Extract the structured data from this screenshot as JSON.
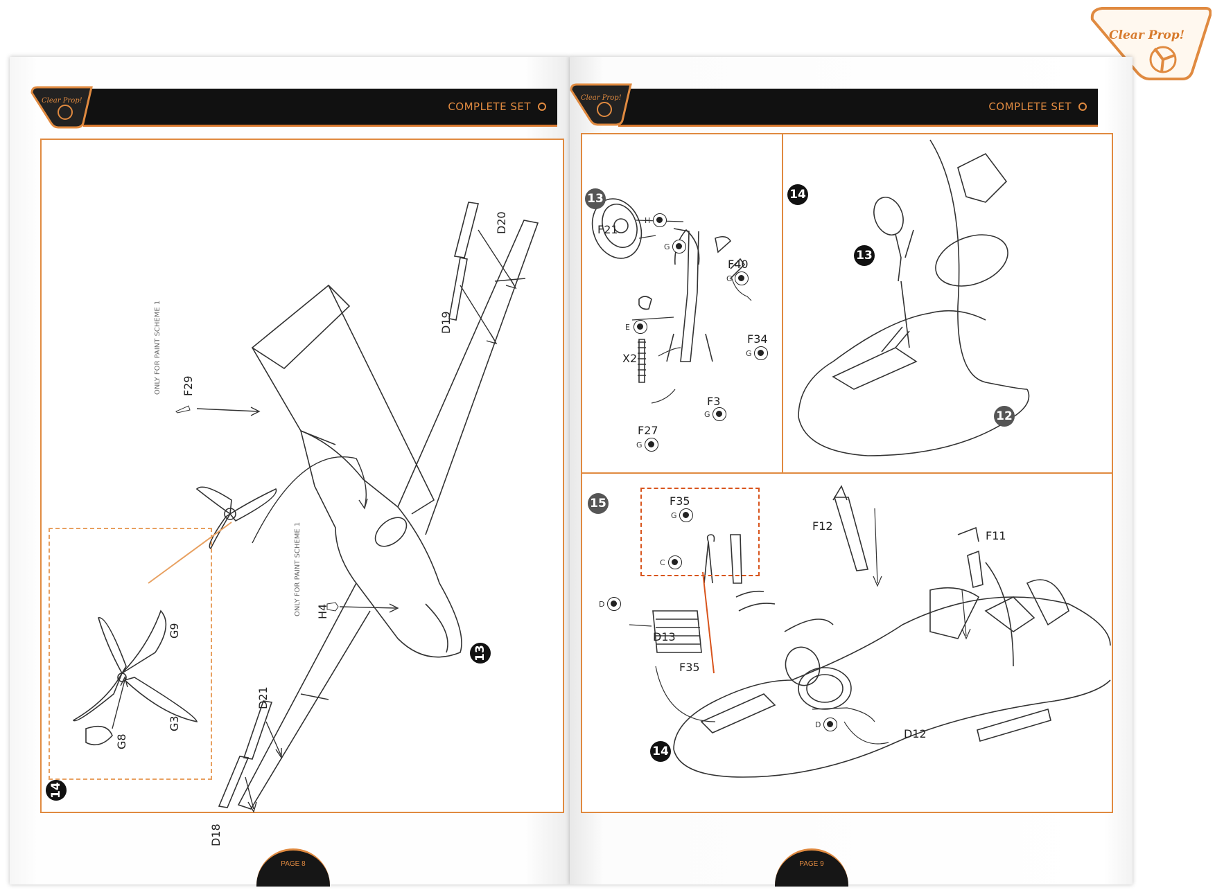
{
  "brand": {
    "logo_text": "Clear Prop!",
    "accent": "#e08a40",
    "header_bg": "#111111"
  },
  "pages": [
    {
      "header_title": "COMPLETE SET",
      "page_number": "PAGE 8",
      "step_numbers": {
        "main": "14",
        "sub": "13"
      },
      "notes": {
        "f29": "ONLY FOR PAINT SCHEME",
        "h4": "ONLY FOR PAINT SCHEME",
        "scheme_num": "1"
      },
      "parts": {
        "d20": "D20",
        "d19": "D19",
        "f29": "F29",
        "h4": "H4",
        "d21": "D21",
        "d18": "D18",
        "g9": "G9",
        "g8": "G8",
        "g3": "G3"
      }
    },
    {
      "header_title": "COMPLETE SET",
      "page_number": "PAGE 9",
      "step_numbers": {
        "s13": "13",
        "s14": "14",
        "s14_ref13": "13",
        "s14_ref12": "12",
        "s15": "15",
        "s15_ref14": "14"
      },
      "parts": {
        "f21": "F21",
        "f40": "F40",
        "f34": "F34",
        "x2": "X2",
        "f3": "F3",
        "f27": "F27",
        "f35a": "F35",
        "f35b": "F35",
        "f12": "F12",
        "f11": "F11",
        "d13": "D13",
        "d12": "D12"
      },
      "paint_codes": {
        "h": "H",
        "g1": "G",
        "g2": "G",
        "e": "E",
        "g3": "G",
        "g4": "G",
        "g5": "G",
        "g6": "G",
        "c": "C",
        "d1": "D",
        "d2": "D"
      }
    }
  ]
}
